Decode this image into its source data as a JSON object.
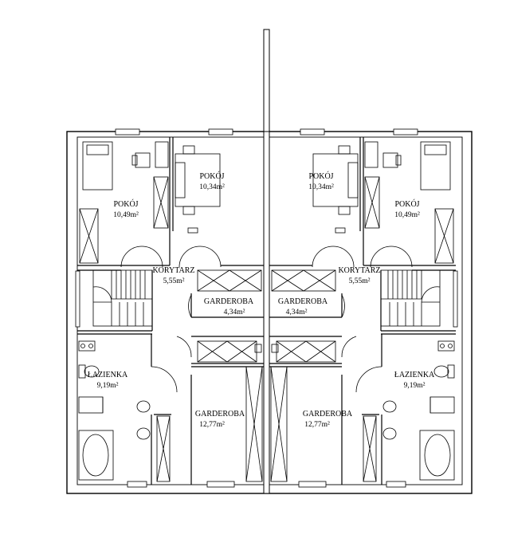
{
  "rooms": {
    "left_bedroom_large": {
      "name": "POKÓJ",
      "area": "10,49m²"
    },
    "left_bedroom_small": {
      "name": "POKÓJ",
      "area": "10,34m²"
    },
    "left_corridor": {
      "name": "KORYTARZ",
      "area": "5,55m²"
    },
    "left_wardrobe_small": {
      "name": "GARDEROBA",
      "area": "4,34m²"
    },
    "left_bathroom": {
      "name": "ŁAZIENKA",
      "area": "9,19m²"
    },
    "left_wardrobe_large": {
      "name": "GARDEROBA",
      "area": "12,77m²"
    },
    "right_bedroom_large": {
      "name": "POKÓJ",
      "area": "10,49m²"
    },
    "right_bedroom_small": {
      "name": "POKÓJ",
      "area": "10,34m²"
    },
    "right_corridor": {
      "name": "KORYTARZ",
      "area": "5,55m²"
    },
    "right_wardrobe_small": {
      "name": "GARDEROBA",
      "area": "4,34m²"
    },
    "right_bathroom": {
      "name": "ŁAZIENKA",
      "area": "9,19m²"
    },
    "right_wardrobe_large": {
      "name": "GARDEROBA",
      "area": "12,77m²"
    }
  }
}
